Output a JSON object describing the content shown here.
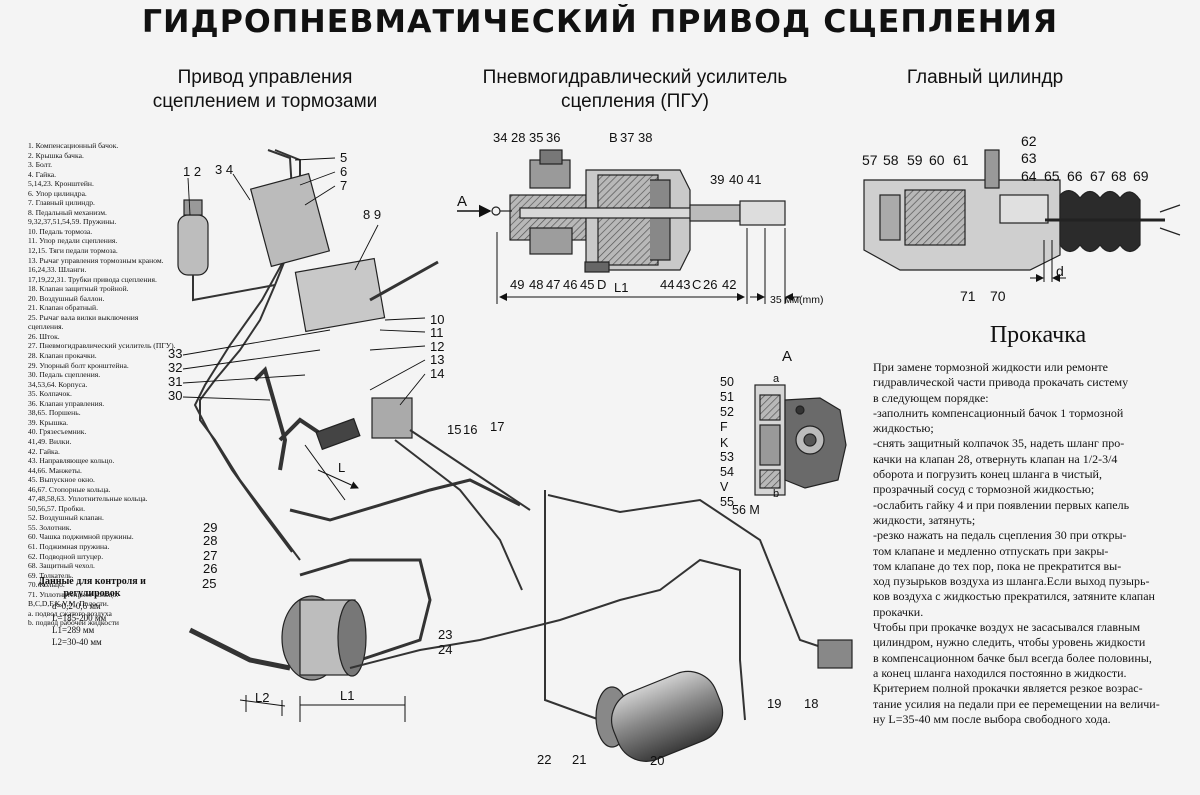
{
  "title": "ГИДРОПНЕВМАТИЧЕСКИЙ ПРИВОД СЦЕПЛЕНИЯ",
  "sections": {
    "left": [
      "Привод управления",
      "сцеплением и тормозами"
    ],
    "middle": [
      "Пневмогидравлический усилитель",
      "сцепления (ПГУ)"
    ],
    "right": "Главный цилиндр",
    "view_a": "А"
  },
  "legend": [
    "1. Компенсационный бачок.",
    "2. Крышка бачка.",
    "3. Болт.",
    "4. Гайка.",
    "5,14,23. Кронштейн.",
    "6. Упор цилиндра.",
    "7. Главный цилиндр.",
    "8. Педальный механизм.",
    "9,32,37,51,54,59. Пружины.",
    "10. Педаль тормоза.",
    "11. Упор педали сцепления.",
    "12,15. Тяги педали тормоза.",
    "13. Рычаг управления тормозным краном.",
    "16,24,33. Шланги.",
    "17,19,22,31. Трубки привода сцепления.",
    "18. Клапан защитный тройной.",
    "20. Воздушный баллон.",
    "21. Клапан обратный.",
    "25. Рычаг вала вилки выключения",
    "      сцепления.",
    "26. Шток.",
    "27. Пневмогидравлический усилитель (ПГУ).",
    "28. Клапан прокачки.",
    "29. Упорный болт кронштейна.",
    "30. Педаль сцепления.",
    "34,53,64. Корпуса.",
    "35. Колпачок.",
    "36. Клапан управления.",
    "38,65. Поршень.",
    "39. Крышка.",
    "40. Грязесъемник.",
    "41,49. Вилки.",
    "42. Гайка.",
    "43. Направляющее кольцо.",
    "44,66. Манжеты.",
    "45. Выпускное окно.",
    "46,67. Стопорные кольца.",
    "47,48,58,63. Уплотнительные кольца.",
    "50,56,57. Пробки.",
    "52. Воздушный клапан.",
    "55. Золотник.",
    "60. Чашка поджимной пружины.",
    "61. Поджимная пружина.",
    "62. Подводной штуцер.",
    "68. Защитный чехол.",
    "69. Толкатель.",
    "70. Кольцо.",
    "71. Уплотнительное кольцо.",
    "B,C,D,F,K,V,M. Полости.",
    "a. подвод сжатого воздуха",
    "b. подвод рабочей жидкости"
  ],
  "control": {
    "heading": [
      "Данные для контроля и",
      "регулировок"
    ],
    "values": [
      "d=0,2-0,6 мм",
      "L=185-200 мм",
      "L1=289 мм",
      "L2=30-40 мм"
    ]
  },
  "bleeding": {
    "title": "Прокачка",
    "lines": [
      "При замене тормозной жидкости или ремонте",
      "гидравлической части привода прокачать систему",
      "   в следующем порядке:",
      "-заполнить компенсационный бачок 1 тормозной",
      "   жидкостью;",
      "-снять защитный колпачок 35, надеть шланг про-",
      "   качки на клапан 28, отвернуть клапан на 1/2-3/4",
      "   оборота и погрузить конец шланга в чистый,",
      "   прозрачный сосуд с тормозной жидкостью;",
      "-ослабить гайку 4 и при появлении первых капель",
      "   жидкости, затянуть;",
      "-резко нажать на педаль сцепления 30 при откры-",
      "   том клапане и медленно отпускать при закры-",
      "   том клапане до тех пор, пока не прекратится вы-",
      "   ход пузырьков воздуха из шланга.Если выход пузырь-",
      "   ков воздуха с жидкостью прекратился, затяните клапан",
      "   прокачки.",
      "Чтобы при прокачке воздух не засасывался главным",
      "   цилиндром, нужно следить, чтобы уровень жидкости",
      "   в компенсационном бачке был всегда более половины,",
      "   а конец шланга находился постоянно в жидкости.",
      "   Критерием полной прокачки является резкое возрас-",
      "   тание усилия на педали при ее перемещении на величи-",
      "   ну L=35-40 мм после выбора свободного хода."
    ]
  },
  "callouts": {
    "pgu_top": [
      "34",
      "28",
      "35",
      "36",
      "B",
      "37",
      "38"
    ],
    "pgu_right": [
      "39",
      "40",
      "41"
    ],
    "pgu_bottom": [
      "49",
      "48",
      "47",
      "46",
      "45",
      "D",
      "44",
      "43",
      "C",
      "26",
      "42"
    ],
    "pgu_arrow": "A",
    "pgu_dim": "L1",
    "pgu_stroke": "35 мм(mm)",
    "mc_top": [
      "57",
      "58",
      "59",
      "60",
      "61",
      "62",
      "63",
      "64",
      "65",
      "66",
      "67",
      "68",
      "69"
    ],
    "mc_bottom": [
      "71",
      "70"
    ],
    "mc_dim": "d",
    "valve_left": [
      "50",
      "51",
      "52",
      "F",
      "K",
      "53",
      "54",
      "V",
      "55"
    ],
    "valve_marks": [
      "a",
      "b"
    ],
    "valve_bottom": "56 M",
    "drive": [
      "1 2",
      "3 4",
      "5",
      "6",
      "7",
      "8 9",
      "10",
      "11",
      "12",
      "13",
      "14",
      "15",
      "16",
      "17",
      "18",
      "19",
      "20",
      "21",
      "22",
      "23",
      "24",
      "25",
      "26",
      "27",
      "28",
      "29",
      "30",
      "31",
      "32",
      "33"
    ],
    "drive_dims": [
      "L",
      "L2",
      "L1"
    ]
  }
}
